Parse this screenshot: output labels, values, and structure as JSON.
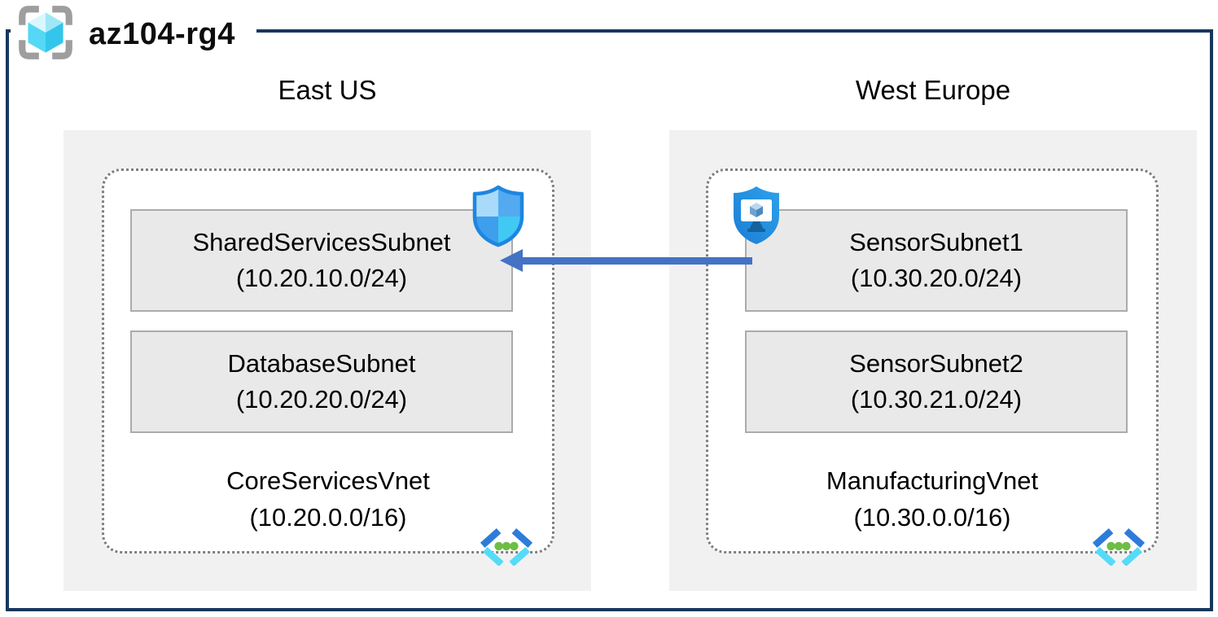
{
  "app": {
    "title": "az104-rg4"
  },
  "regions": [
    {
      "name": "East US",
      "vnet_name": "CoreServicesVnet",
      "vnet_cidr": "(10.20.0.0/16)",
      "subnets": [
        {
          "name": "SharedServicesSubnet",
          "cidr": "(10.20.10.0/24)"
        },
        {
          "name": "DatabaseSubnet",
          "cidr": "(10.20.20.0/24)"
        }
      ]
    },
    {
      "name": "West Europe",
      "vnet_name": "ManufacturingVnet",
      "vnet_cidr": "(10.30.0.0/16)",
      "subnets": [
        {
          "name": "SensorSubnet1",
          "cidr": "(10.30.20.0/24)"
        },
        {
          "name": "SensorSubnet2",
          "cidr": "(10.30.21.0/24)"
        }
      ]
    }
  ],
  "connection": {
    "from": "SensorSubnet1",
    "to": "SharedServicesSubnet",
    "direction": "right-to-left"
  },
  "icons": {
    "resource_group": "resource-group-icon",
    "left_subnet_badge": "defender-shield-icon",
    "right_subnet_badge": "bastion-shield-icon",
    "vnet": "virtual-network-icon"
  },
  "colors": {
    "border_navy": "#17375E",
    "region_bg": "#F1F1F2",
    "subnet_bg": "#E9E9E9",
    "subnet_border": "#ABABAB",
    "dotted_border": "#7F7F7F",
    "arrow_blue": "#4472C4",
    "shield_outline_blue": "#1E86E0",
    "bastion_blue": "#2191E2",
    "vnet_chevron_dark": "#2E7CD9",
    "vnet_chevron_cyan": "#55DBF8",
    "vnet_dot_green": "#6CBE44",
    "cube_cyan": "#54D8F5",
    "bracket_gray": "#9E9E9E"
  }
}
